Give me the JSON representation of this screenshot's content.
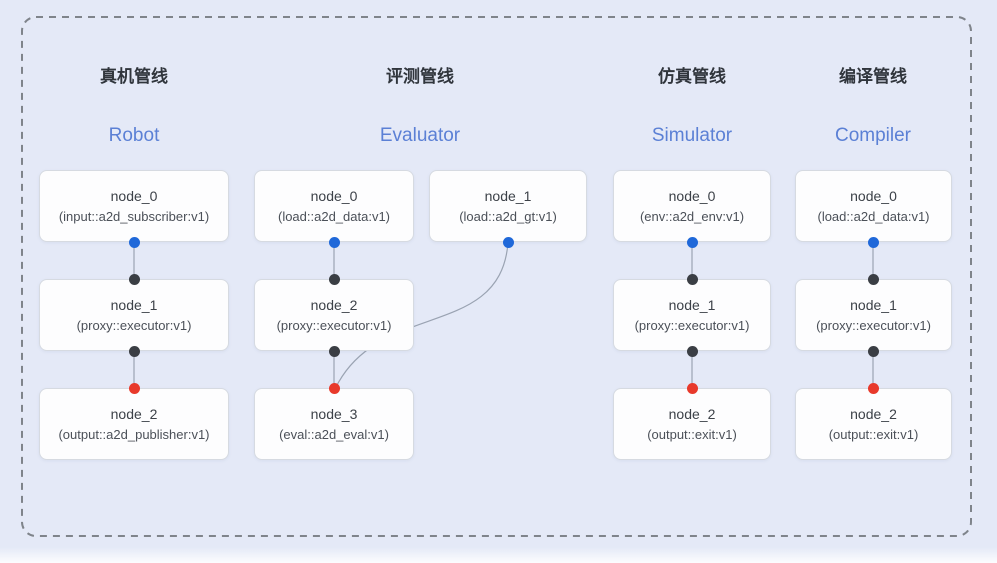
{
  "diagram": {
    "pipelines": [
      {
        "title_zh": "真机管线",
        "title_en": "Robot",
        "nodes": [
          {
            "name": "node_0",
            "type": "(input::a2d_subscriber:v1)"
          },
          {
            "name": "node_1",
            "type": "(proxy::executor:v1)"
          },
          {
            "name": "node_2",
            "type": "(output::a2d_publisher:v1)"
          }
        ]
      },
      {
        "title_zh": "评测管线",
        "title_en": "Evaluator",
        "nodes": [
          {
            "name": "node_0",
            "type": "(load::a2d_data:v1)"
          },
          {
            "name": "node_1",
            "type": "(load::a2d_gt:v1)"
          },
          {
            "name": "node_2",
            "type": "(proxy::executor:v1)"
          },
          {
            "name": "node_3",
            "type": "(eval::a2d_eval:v1)"
          }
        ]
      },
      {
        "title_zh": "仿真管线",
        "title_en": "Simulator",
        "nodes": [
          {
            "name": "node_0",
            "type": "(env::a2d_env:v1)"
          },
          {
            "name": "node_1",
            "type": "(proxy::executor:v1)"
          },
          {
            "name": "node_2",
            "type": "(output::exit:v1)"
          }
        ]
      },
      {
        "title_zh": "编译管线",
        "title_en": "Compiler",
        "nodes": [
          {
            "name": "node_0",
            "type": "(load::a2d_data:v1)"
          },
          {
            "name": "node_1",
            "type": "(proxy::executor:v1)"
          },
          {
            "name": "node_2",
            "type": "(output::exit:v1)"
          }
        ]
      }
    ],
    "colors": {
      "background": "#e4e9f7",
      "border_dash": "#7f848b",
      "node_bg": "#fdfdfe",
      "node_border": "#d6dae1",
      "title_zh": "#30353c",
      "title_en": "#5b80d5",
      "node_text": "#3c4148",
      "node_subtext": "#4b5058",
      "edge": "#9aa3b2",
      "port_blue": "#1f68d9",
      "port_dark": "#3a3e44",
      "port_red": "#e8392b"
    }
  }
}
